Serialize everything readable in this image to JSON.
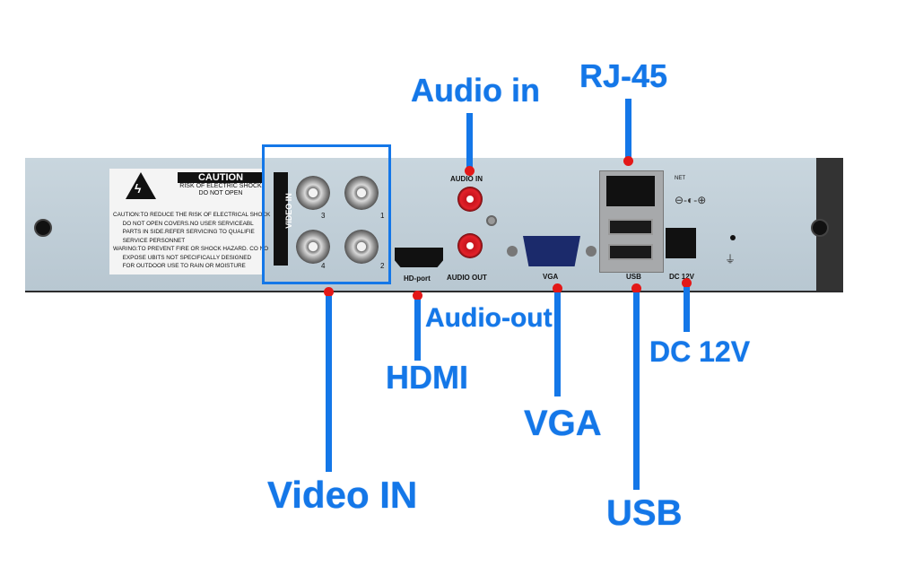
{
  "device": {
    "caution": {
      "title": "CAUTION",
      "subtitle": "RISK OF ELECTRIC SHOCK\nDO NOT OPEN",
      "body": "CAUTION:TO REDUCE THE RISK OF ELECTRICAL SHOCK\n      DO NOT OPEN COVERS.NO USER SERVICEABL\n      PARTS IN SIDE.REFER SERVICING TO QUALIFIE\n      SERVICE PERSONNET\nWARING:TO PREVENT FIRE OR SHOCK HAZARD. CO NO\n      EXPOSE UBITS NOT SPECIFICALLY DESIGNED\n      FOR OUTDOOR USE TO RAIN OR MOISTURE"
    },
    "video_in_tag": "VIDEO IN",
    "bnc_numbers": [
      "3",
      "1",
      "4",
      "2"
    ],
    "audio_in_label": "AUDIO IN",
    "audio_out_label": "AUDIO OUT",
    "hd_port_label": "HD-port",
    "vga_label": "VGA",
    "usb_label": "USB",
    "dc_label": "DC 12V",
    "net_label": "NET"
  },
  "callouts": {
    "audio_in": "Audio in",
    "rj45": "RJ-45",
    "audio_out": "Audio-out",
    "hdmi": "HDMI",
    "vga": "VGA",
    "dc12v": "DC 12V",
    "video_in": "Video IN",
    "usb": "USB"
  },
  "colors": {
    "callout": "#1477e8",
    "marker": "#e31818",
    "panel": "#c9d6de"
  }
}
